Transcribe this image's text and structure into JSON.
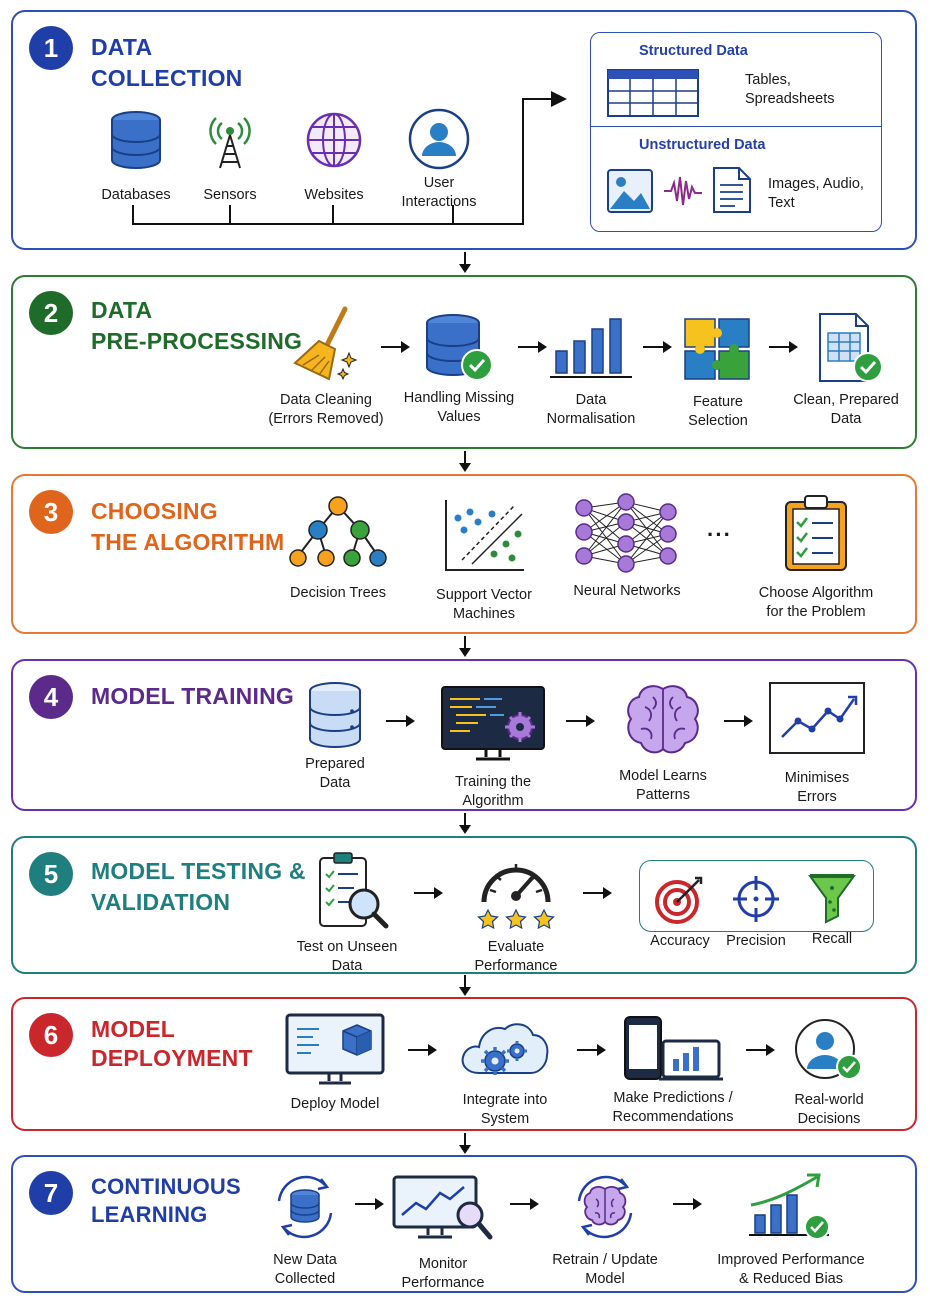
{
  "stages": [
    {
      "number": "1",
      "title": [
        "DATA",
        "COLLECTION"
      ],
      "color": "#1f3ea8",
      "items": [
        "Databases",
        "Sensors",
        "Websites",
        "User\nInteractions"
      ],
      "data_types": {
        "structured": {
          "heading": "Structured Data",
          "desc": "Tables,\nSpreadsheets"
        },
        "unstructured": {
          "heading": "Unstructured Data",
          "desc": "Images, Audio,\nText"
        }
      }
    },
    {
      "number": "2",
      "title": [
        "DATA",
        "PRE-PROCESSING"
      ],
      "color": "#1e6b2a",
      "items": [
        "Data Cleaning\n(Errors Removed)",
        "Handling Missing\nValues",
        "Data\nNormalisation",
        "Feature\nSelection",
        "Clean, Prepared\nData"
      ]
    },
    {
      "number": "3",
      "title": [
        "CHOOSING",
        "THE ALGORITHM"
      ],
      "color": "#e0651c",
      "items": [
        "Decision Trees",
        "Support Vector\nMachines",
        "Neural Networks",
        "Choose Algorithm\nfor the Problem"
      ]
    },
    {
      "number": "4",
      "title": [
        "MODEL TRAINING"
      ],
      "color": "#5b2a8a",
      "items": [
        "Prepared\nData",
        "Training the\nAlgorithm",
        "Model Learns\nPatterns",
        "Minimises\nErrors"
      ]
    },
    {
      "number": "5",
      "title": [
        "MODEL TESTING &",
        "VALIDATION"
      ],
      "color": "#1f7e7e",
      "items": [
        "Test on Unseen\nData",
        "Evaluate\nPerformance"
      ],
      "metrics": [
        "Accuracy",
        "Precision",
        "Recall"
      ]
    },
    {
      "number": "6",
      "title": [
        "MODEL",
        "DEPLOYMENT"
      ],
      "color": "#c9272b",
      "items": [
        "Deploy Model",
        "Integrate into\nSystem",
        "Make Predictions /\nRecommendations",
        "Real-world\nDecisions"
      ]
    },
    {
      "number": "7",
      "title": [
        "CONTINUOUS",
        "LEARNING"
      ],
      "color": "#1f3ea8",
      "items": [
        "New Data\nCollected",
        "Monitor\nPerformance",
        "Retrain / Update\nModel",
        "Improved Performance\n& Reduced Bias"
      ]
    }
  ]
}
